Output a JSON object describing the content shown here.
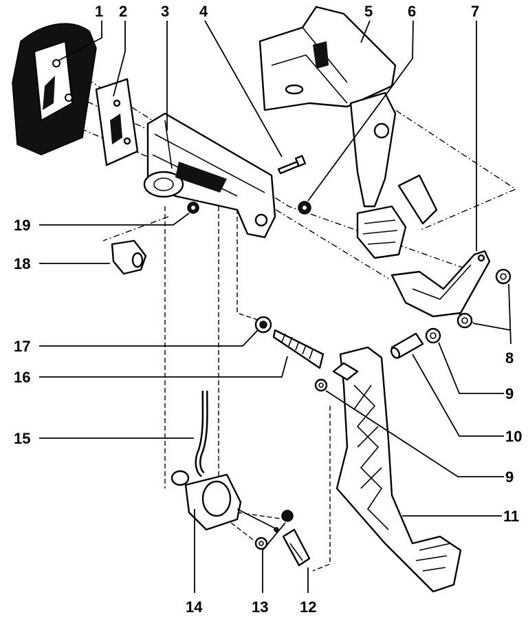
{
  "callouts": [
    {
      "id": "c1",
      "label": "1"
    },
    {
      "id": "c2",
      "label": "2"
    },
    {
      "id": "c3",
      "label": "3"
    },
    {
      "id": "c4",
      "label": "4"
    },
    {
      "id": "c5",
      "label": "5"
    },
    {
      "id": "c6",
      "label": "6"
    },
    {
      "id": "c7",
      "label": "7"
    },
    {
      "id": "c8",
      "label": "8"
    },
    {
      "id": "c9a",
      "label": "9"
    },
    {
      "id": "c10",
      "label": "10"
    },
    {
      "id": "c9b",
      "label": "9"
    },
    {
      "id": "c11",
      "label": "11"
    },
    {
      "id": "c12",
      "label": "12"
    },
    {
      "id": "c13",
      "label": "13"
    },
    {
      "id": "c14",
      "label": "14"
    },
    {
      "id": "c15",
      "label": "15"
    },
    {
      "id": "c16",
      "label": "16"
    },
    {
      "id": "c17",
      "label": "17"
    },
    {
      "id": "c18",
      "label": "18"
    },
    {
      "id": "c19",
      "label": "19"
    }
  ]
}
